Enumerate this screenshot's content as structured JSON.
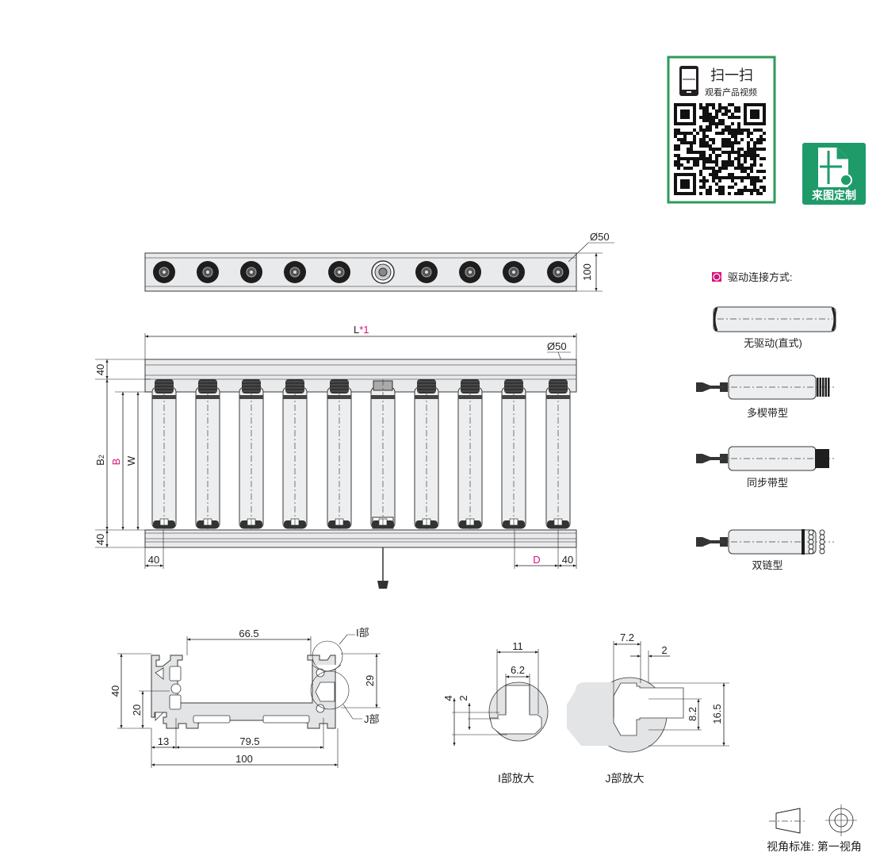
{
  "qr": {
    "title": "扫一扫",
    "subtitle": "观看产品视频",
    "border_color": "#2e9a5a"
  },
  "custom_badge": {
    "label": "来图定制",
    "color": "#1f9b6a"
  },
  "top_view": {
    "dia": "Ø50",
    "height": "100"
  },
  "front_view": {
    "length_label": "L",
    "length_note": "*1",
    "dia": "Ø50",
    "rail_top": "40",
    "rail_bottom": "40",
    "b2": "B",
    "b2_sub": "2",
    "b": "B",
    "w": "W",
    "left_offset": "40",
    "pitch": "D",
    "right_offset": "40"
  },
  "drive": {
    "heading": "驱动连接方式:",
    "marker_color": "#d6157a",
    "types": [
      "无驱动(直式)",
      "多楔带型",
      "同步带型",
      "双链型"
    ]
  },
  "profile": {
    "top_width": "66.5",
    "height": "40",
    "half_height": "20",
    "slot_span": "29",
    "left_offset": "13",
    "slot_pitch": "79.5",
    "width": "100",
    "detail_i": "I部",
    "detail_j": "J部"
  },
  "detail_i": {
    "w_outer": "11",
    "w_inner": "6.2",
    "h_outer": "4",
    "h_inner": "2",
    "caption": "I部放大"
  },
  "detail_j": {
    "w_outer": "7.2",
    "w_lip": "2",
    "h_inner": "8.2",
    "h_outer": "16.5",
    "caption": "J部放大"
  },
  "projection": {
    "label": "视角标准: 第一视角"
  }
}
